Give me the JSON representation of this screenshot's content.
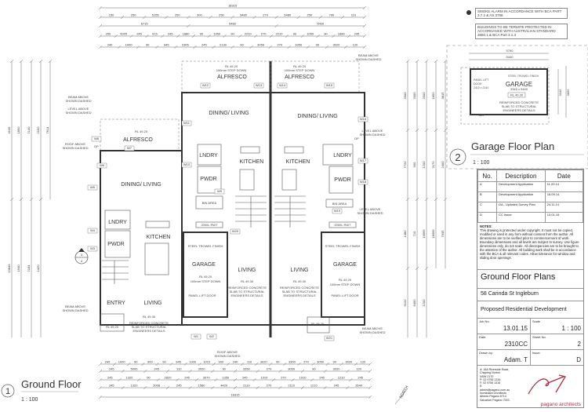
{
  "ground_floor": {
    "number": "1",
    "title": "Ground Floor",
    "scale": "1 : 100",
    "rooms": {
      "u1_alfresco": "ALFRESCO",
      "u1_dining": "DINING/ LIVING",
      "u1_lndry": "LNDRY",
      "u1_pwdr": "PWDR",
      "u1_kitchen": "KITCHEN",
      "u1_entry": "ENTRY",
      "u1_living": "LIVING",
      "u2_alfresco": "ALFRESCO",
      "u2_dining": "DINING/ LIVING",
      "u2_lndry": "LNDRY",
      "u2_kitchen": "KITCHEN",
      "u2_pwdr": "PWDR",
      "u2_garage": "GARAGE",
      "u2_living": "LIVING",
      "u3_alfresco": "ALFRESCO",
      "u3_dining": "DINING/ LIVING",
      "u3_kitchen": "KITCHEN",
      "u3_lndry": "LNDRY",
      "u3_pwdr": "PWDR",
      "u3_garage": "GARAGE",
      "u3_living": "LIVING"
    },
    "levels": {
      "rl_4920": "RL 49.20",
      "rl_4930": "RL 49.30"
    },
    "notes": {
      "step_down": "100mm STEP DOWN",
      "bin_area": "BIN AREA",
      "rwt": "2000L RWT",
      "steel_trowel": "STEEL TROWEL FINISH",
      "panel_lift": "PANEL LIFT DOOR",
      "slab": [
        "REINFORCED CONCRETE",
        "SLAB TO STRUCTURAL",
        "ENGINEERS DETAILS"
      ],
      "beam_above": [
        "BEAM ABOVE",
        "SHOWN DASHED"
      ],
      "level_above": [
        "LEVEL ABOVE",
        "SHOWN DASHED"
      ],
      "roof_above": [
        "ROOF ABOVE",
        "SHOWN DASHED"
      ],
      "dp": "DP",
      "section_top": "3",
      "section_bottom": "4"
    },
    "windows": [
      "W1",
      "W2",
      "W3",
      "W4",
      "W5",
      "W6",
      "W7",
      "W8",
      "W9",
      "W10",
      "W11",
      "W12",
      "W13",
      "W14",
      "W15",
      "W16",
      "W17",
      "W18",
      "W19",
      "W20",
      "W21"
    ],
    "dims_top": [
      [
        "18315"
      ],
      [
        "150",
        "250",
        "5155",
        "250",
        "300",
        "250",
        "5480",
        "270",
        "5480",
        "250",
        "790",
        "110"
      ],
      [
        "6715",
        "5480",
        "5420"
      ],
      [
        "250",
        "5005",
        "245",
        "915",
        "245",
        "1880",
        "90",
        "1050",
        "90",
        "2210",
        "270",
        "2210",
        "90",
        "1050",
        "90",
        "1880",
        "245"
      ],
      [
        "240",
        "1990",
        "90",
        "945",
        "2305",
        "245",
        "2130",
        "90",
        "3050",
        "270",
        "3350",
        "90",
        "3020",
        "120"
      ]
    ],
    "dims_bottom": [
      [
        "245",
        "1000",
        "90",
        "900",
        "90",
        "945",
        "1000",
        "1010",
        "900",
        "240",
        "110",
        "3020",
        "90",
        "3350",
        "270",
        "3050",
        "90",
        "3020",
        "120"
      ],
      [
        "245",
        "5005",
        "245",
        "110",
        "3020",
        "90",
        "3350",
        "270",
        "3050",
        "90",
        "3020",
        "120"
      ],
      [
        "245",
        "1320",
        "90",
        "2820",
        "245",
        "3070",
        "1350",
        "245",
        "1910",
        "270",
        "1910",
        "245",
        "1210",
        "245"
      ],
      [
        "245",
        "1320",
        "2008",
        "245",
        "1580",
        "4420",
        "2110",
        "270",
        "2110",
        "1210",
        "245",
        "2640"
      ],
      [
        "18315"
      ]
    ],
    "dims_left": [
      "4145",
      "1850",
      "2140",
      "2150",
      "7614",
      "13845",
      "1940",
      "2184",
      "1420"
    ],
    "dims_right": [
      "2000",
      "2000",
      "2000",
      "1850",
      "3815",
      "7720",
      "900",
      "1200",
      "2170",
      "2400",
      "1480",
      "710",
      "16565",
      "18095",
      "7935",
      "6120",
      "6490",
      "1200"
    ]
  },
  "garage_plan": {
    "number": "2",
    "title": "Garage Floor Plan",
    "scale": "1 : 100",
    "room": "GARAGE",
    "room_size": "3345 x 5440",
    "level": "RL 49.30",
    "finish": "STEEL TROWEL FINISH",
    "door": [
      "PANEL LIFT",
      "DOOR",
      "2410 x 2140"
    ],
    "slab": [
      "REINFORCED CONCRETE",
      "SLAB TO STRUCTURAL",
      "ENGINEERS DETAILS"
    ],
    "dims": [
      "5790",
      "5440",
      "3345",
      "3865",
      "820"
    ]
  },
  "general_notes": {
    "smoke_alarm": "SMOKE ALARM IN ACCORDANCE WITH BCA PART 3.7.2 & AS 3786",
    "termite": "BUILDINGS TO BE TERMITE PROTECTED IN ACCORDANCE WITH AUSTRALIAN STANDARD 3660.1 & BCA Part 3.1.3"
  },
  "title_block": {
    "revision_headers": [
      "No.",
      "Description",
      "Date"
    ],
    "revisions": [
      {
        "no": "A",
        "description": "Development Application",
        "date": "11.09.14"
      },
      {
        "no": "B",
        "description": "Development Application",
        "date": "18.09.14"
      },
      {
        "no": "C",
        "description": "DA - Updated Survey Plan",
        "date": "24.11.14"
      },
      {
        "no": "D",
        "description": "CC Issue",
        "date": "13.01.15"
      }
    ],
    "notes_heading": "NOTES:",
    "notes_text": "This drawing is protected under copyright. It must not be copied, modified or used in any form without consent from the author. All dimensions are to be verified prior to commencement of work. Boundary dimensions and all levels are subject to survey. Use figure dimensions only, do not scale. All discrepancies are to be brought to the attention of the author. All building work shall be in accordance with the BCA & all relevant codes. Allow tolerance for window and sliding door openings.",
    "drawing_title": "Ground Floor Plans",
    "address": "58 Carinda St Ingleburn",
    "project": "Proposed Residential Development",
    "job_no_label": "Job No.",
    "job_no": "13.01.15",
    "scale_label": "Scale",
    "scale": "1 : 100",
    "date_label": "Date",
    "date": "2310CC",
    "sheet_label": "Sheet No.",
    "sheet": "2",
    "drawn_label": "Drawn by.",
    "drawn": "Adam. T",
    "issue_label": "Issue.",
    "issue": "D",
    "contact": [
      "A: 16A Riverside Road,",
      "Chipping Norton",
      "NSW 2170",
      "P: 02 9755 1316",
      "F: 02 9755 1316",
      "E:",
      "admin@pagano.com.au",
      "Nominated Architects",
      "Alfredo Pagano 6714",
      "Salvatore Pagano 7003"
    ],
    "firm": "pagano architects",
    "accent_color": "#b03040"
  },
  "north_label": "NORTH"
}
